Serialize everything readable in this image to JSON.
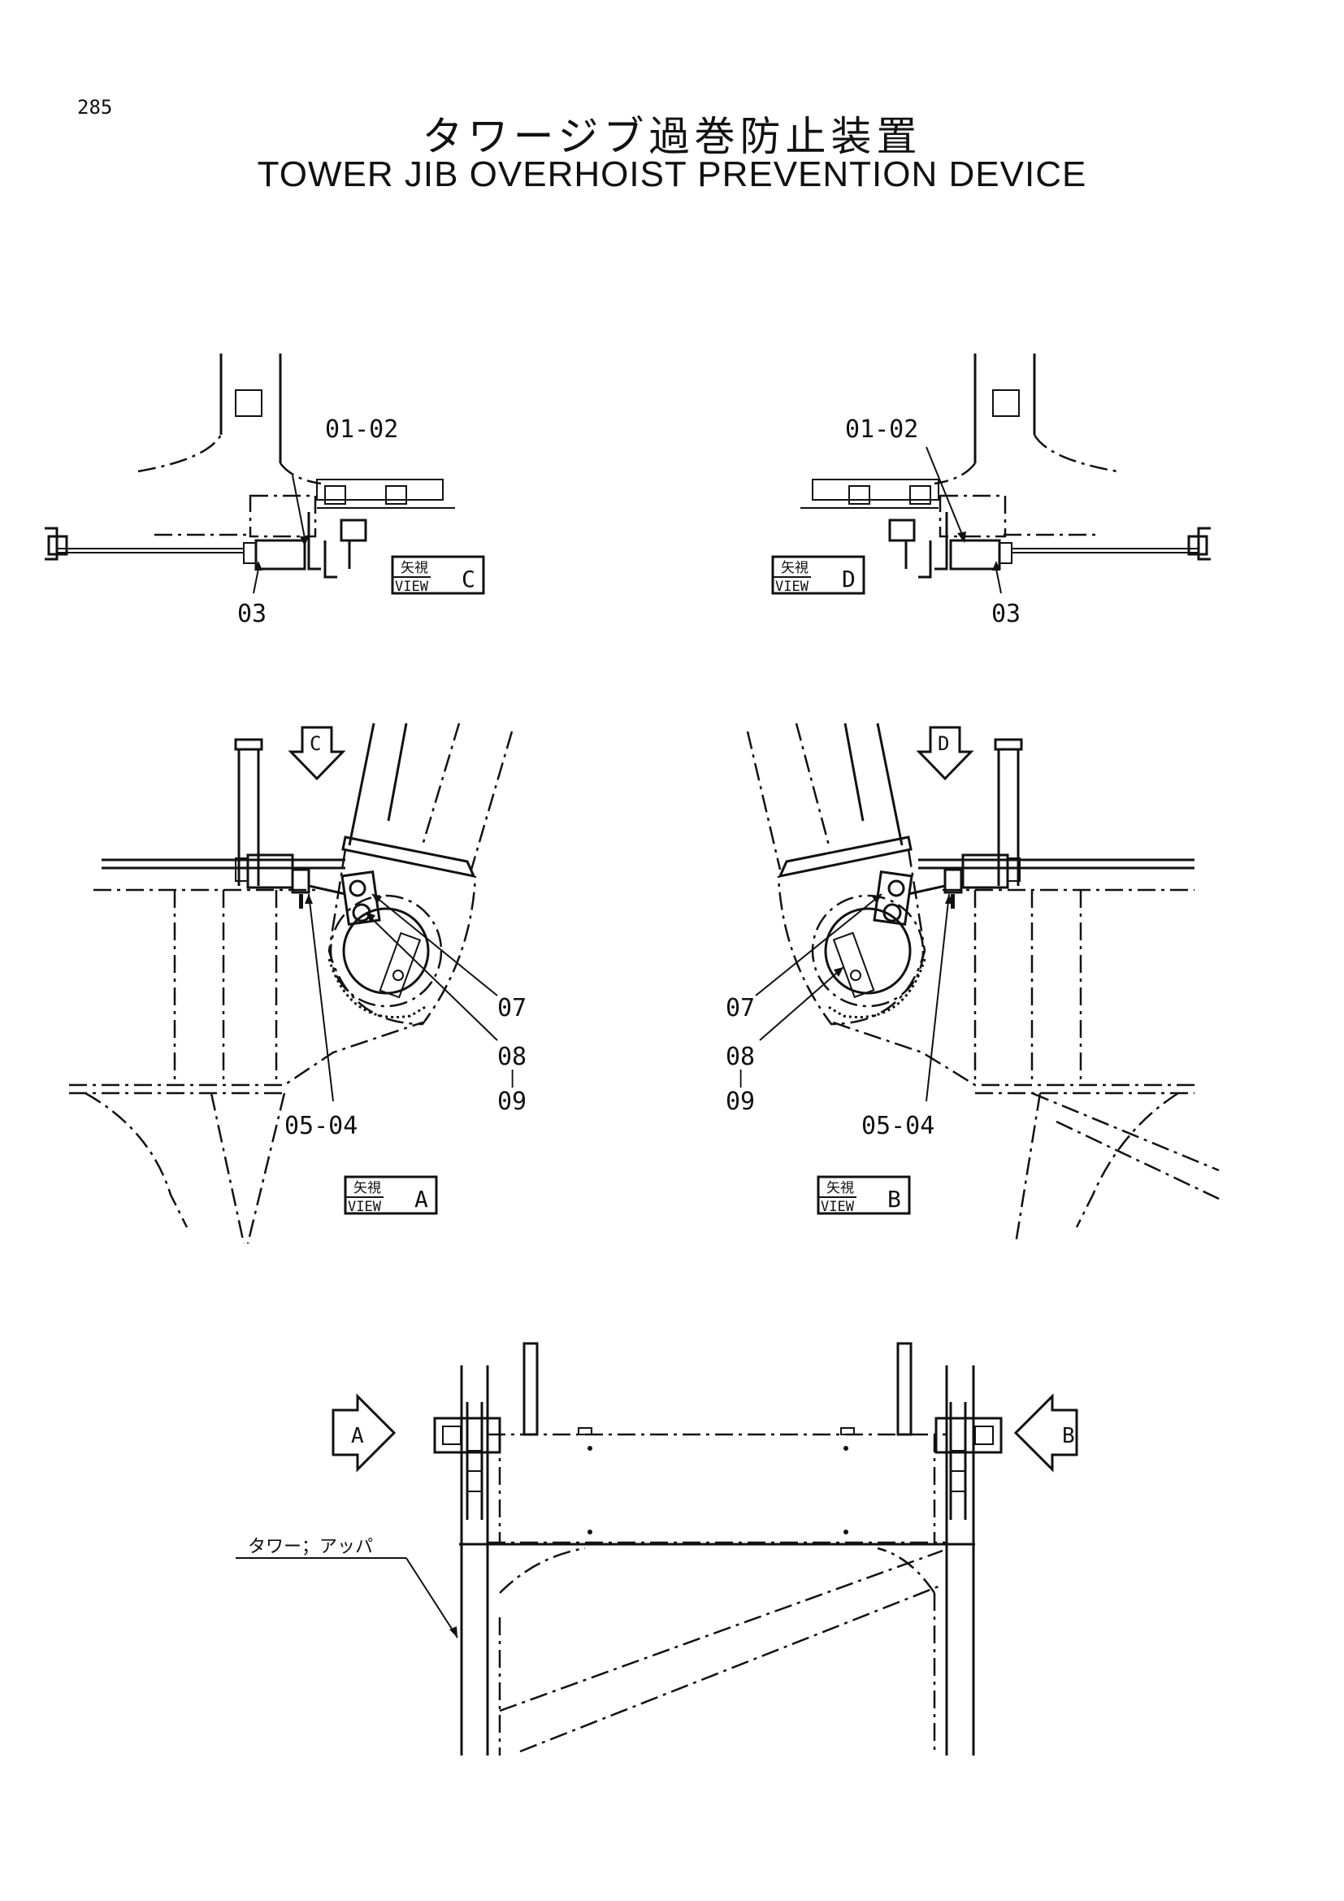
{
  "page": {
    "number": "285",
    "title_jp": "タワージブ過巻防止装置",
    "title_en": "TOWER JIB OVERHOIST PREVENTION DEVICE"
  },
  "views": {
    "view_c": {
      "jp": "矢視",
      "view": "VIEW",
      "letter": "C"
    },
    "view_d": {
      "jp": "矢視",
      "view": "VIEW",
      "letter": "D"
    },
    "view_a": {
      "jp": "矢視",
      "view": "VIEW",
      "letter": "A"
    },
    "view_b": {
      "jp": "矢視",
      "view": "VIEW",
      "letter": "B"
    }
  },
  "callouts": {
    "c_part_01_02": "01-02",
    "c_part_03": "03",
    "d_part_01_02": "01-02",
    "d_part_03": "03",
    "a_part_07": "07",
    "a_part_08": "08",
    "a_part_sep": "|",
    "a_part_09": "09",
    "a_part_05_04": "05-04",
    "b_part_07": "07",
    "b_part_08": "08",
    "b_part_sep": "|",
    "b_part_09": "09",
    "b_part_05_04": "05-04"
  },
  "arrows": {
    "arrow_c": "C",
    "arrow_d": "D",
    "arrow_a": "A",
    "arrow_b": "B"
  },
  "labels": {
    "tower_upper": "タワー；アッパ"
  }
}
